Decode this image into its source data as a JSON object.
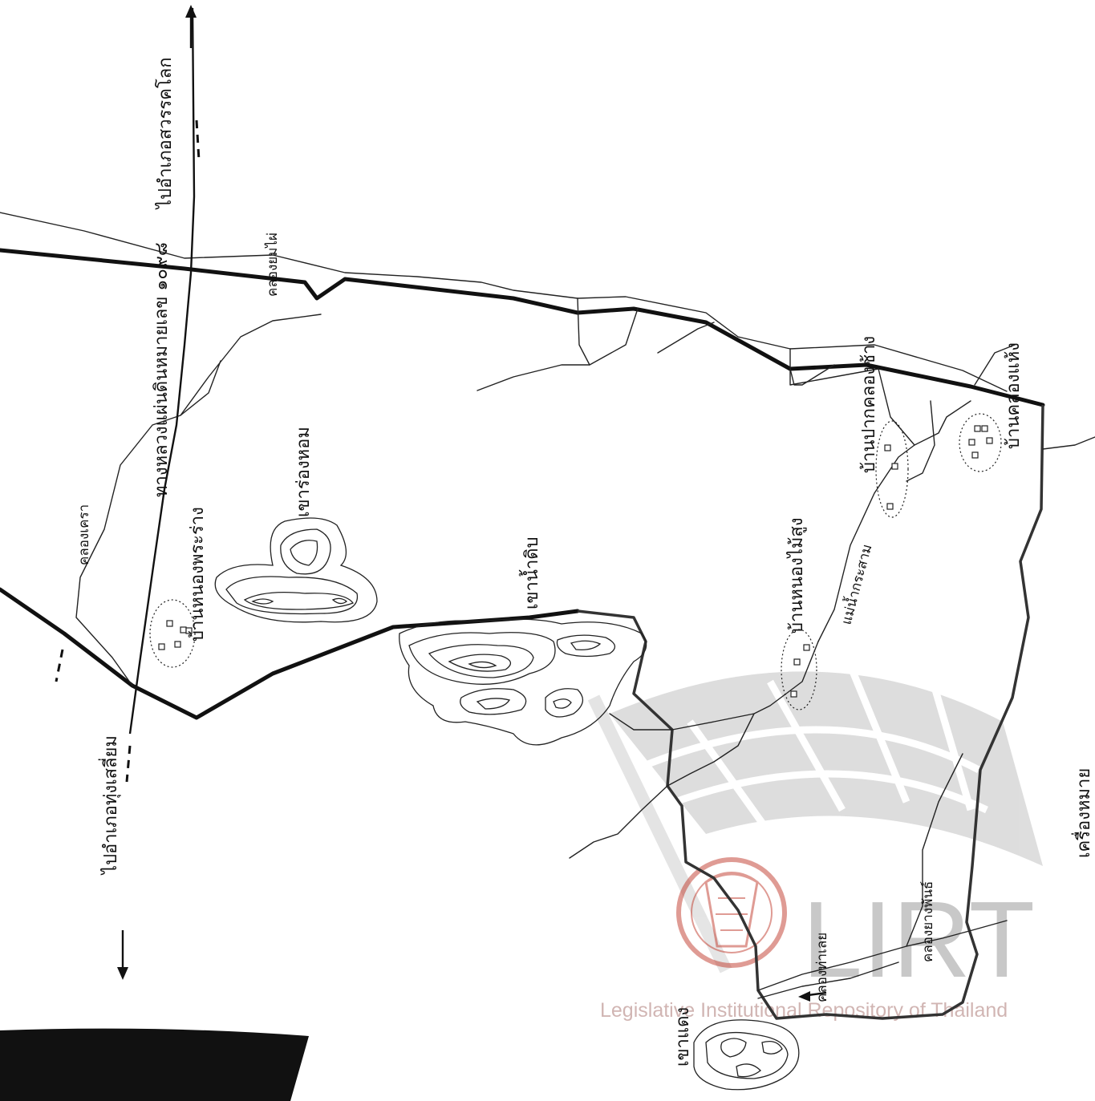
{
  "map": {
    "road_labels": {
      "highway": "ทางหลวงแผ่นดินหมายเลข ๑๐๙๘",
      "to_sawankhalok": "ไปอำเภอสวรรคโลก",
      "to_thung_saliam": "ไปอำเภอทุ่งเสลี่ยม"
    },
    "mountains": {
      "khao_rong_hom": "เขาร่องหอม",
      "khao_nam_dip": "เขาน้ำดิบ",
      "khao_daeng": "เขาแดง"
    },
    "villages": {
      "ban_nong_phra_rang": "บ้านหนองพระร่าง",
      "ban_nong_mai_sung": "บ้านหนองไม้สูง",
      "ban_pak_khlong_chang": "บ้านปากคลองช้าง",
      "ban_khlong_haeng": "บ้านคลองแห้ง"
    },
    "waterways": {
      "khlong_khrao": "คลองเครา",
      "khlong_yom_phrai": "คลองยมไผ่",
      "mae_nam_krasam": "แม่น้ำกระสาม",
      "khlong_yang_phan": "คลองยางพันธ์",
      "khlong_tha_loei": "คลองท่าเลย"
    },
    "boundary_label": "เครื่องหมาย"
  },
  "watermark": {
    "caption": "Legislative Institutional Repository of Thailand",
    "letters": "LIRT",
    "brand_color": "#c0392b"
  }
}
